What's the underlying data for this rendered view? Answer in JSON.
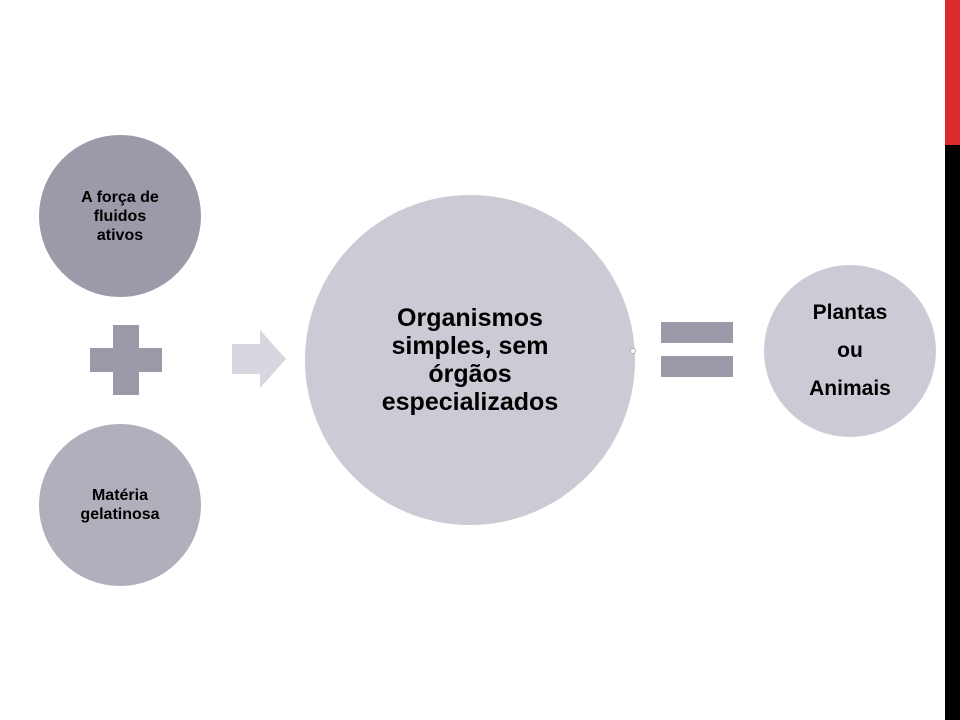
{
  "diagram": {
    "input_top": "A força de\nfluidos\nativos",
    "input_bottom": "Matéria\ngelatinosa",
    "center": "Organismos\nsimples, sem\nórgãos\nespecializados",
    "result": "Plantas\nou\nAnimais"
  },
  "colors": {
    "accent_red": "#dc2b2c",
    "accent_black": "#000000",
    "shape_dark": "#9a9aa8",
    "shape_light": "#cbcbd5"
  },
  "icons": [
    "plus-icon",
    "arrow-right-icon",
    "equals-icon"
  ]
}
